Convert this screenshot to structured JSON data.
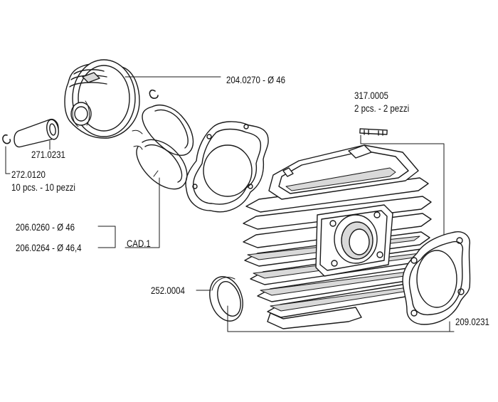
{
  "labels": {
    "piston": "204.0270 - Ø 46",
    "pin": "271.0231",
    "clip": "272.0120",
    "clip_qty": "10 pcs. - 10 pezzi",
    "stud": "317.0005",
    "stud_qty": "2 pcs. - 2 pezzi",
    "ring_46": "206.0260 - Ø 46",
    "ring_464": "206.0264 - Ø 46,4",
    "cad": "CAD.1",
    "oring": "252.0004",
    "head_gasket": "209.0231"
  },
  "colors": {
    "line": "#1a1a1a",
    "fill": "#ffffff",
    "shade": "#d9d9d9"
  }
}
